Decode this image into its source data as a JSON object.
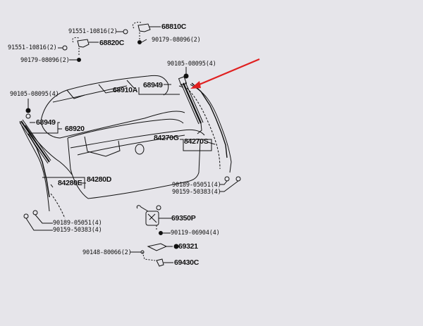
{
  "diagram": {
    "title": "Back door lift support / lock parts diagram",
    "background_color": "#e6e5ea",
    "line_color": "#111111",
    "arrow_color": "#e02020",
    "annotation": {
      "type": "red-arrow",
      "points_to": "68910A lift support (right)"
    },
    "labels": [
      {
        "id": "l1",
        "text": "91551-10816(2)",
        "part": "clip"
      },
      {
        "id": "l2",
        "text": "68810C",
        "part": "back door stay bracket (upper RH)"
      },
      {
        "id": "l3",
        "text": "90179-08096(2)",
        "part": "nut"
      },
      {
        "id": "l4",
        "text": "91551-10816(2)",
        "part": "clip"
      },
      {
        "id": "l5",
        "text": "68820C",
        "part": "back door stay bracket (upper LH)"
      },
      {
        "id": "l6",
        "text": "90179-08096(2)",
        "part": "nut"
      },
      {
        "id": "l7",
        "text": "90105-08095(4)",
        "part": "bolt"
      },
      {
        "id": "l8",
        "text": "68949",
        "part": "back door stay"
      },
      {
        "id": "l9",
        "text": "68910A",
        "part": "back door stay assy RH"
      },
      {
        "id": "l10",
        "text": "90105-08095(4)",
        "part": "bolt"
      },
      {
        "id": "l11",
        "text": "68949",
        "part": "back door stay"
      },
      {
        "id": "l12",
        "text": "68920",
        "part": "back door stay assy LH"
      },
      {
        "id": "l13",
        "text": "84270G",
        "part": "switch"
      },
      {
        "id": "l14",
        "text": "84270S",
        "part": "switch"
      },
      {
        "id": "l15",
        "text": "84280E",
        "part": "switch"
      },
      {
        "id": "l16",
        "text": "84280D",
        "part": "switch"
      },
      {
        "id": "l17",
        "text": "90189-05051(4)",
        "part": "nut"
      },
      {
        "id": "l18",
        "text": "90159-50383(4)",
        "part": "screw"
      },
      {
        "id": "l19",
        "text": "90189-05051(4)",
        "part": "nut"
      },
      {
        "id": "l20",
        "text": "90159-50383(4)",
        "part": "screw"
      },
      {
        "id": "l21",
        "text": "69350P",
        "part": "back door lock assy"
      },
      {
        "id": "l22",
        "text": "90119-06904(4)",
        "part": "bolt"
      },
      {
        "id": "l23",
        "text": "69321",
        "part": "striker"
      },
      {
        "id": "l24",
        "text": "90148-80066(2)",
        "part": "screw"
      },
      {
        "id": "l25",
        "text": "69430C",
        "part": "lock striker"
      }
    ]
  }
}
